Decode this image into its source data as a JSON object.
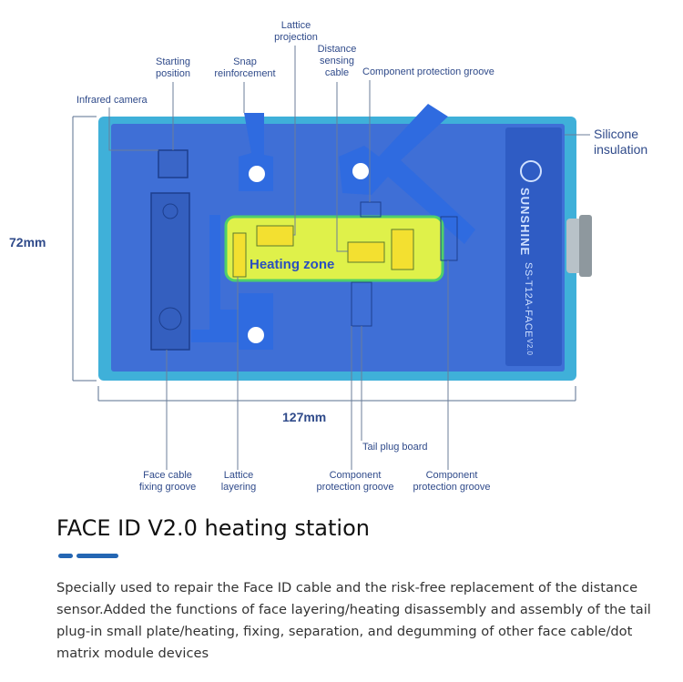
{
  "labels": {
    "infrared_camera": "Infrared camera",
    "starting_position": "Starting\nposition",
    "snap_reinforcement": "Snap\nreinforcement",
    "lattice_projection": "Lattice\nprojection",
    "distance_sensing_cable": "Distance\nsensing\ncable",
    "component_protection_groove_top": "Component protection groove",
    "silicone_insulation": "Silicone\ninsulation",
    "face_cable_fixing_groove": "Face cable\nfixing groove",
    "lattice_layering": "Lattice\nlayering",
    "component_protection_groove_1": "Component\nprotection groove",
    "tail_plug_board": "Tail plug board",
    "component_protection_groove_2": "Component\nprotection groove",
    "heating_zone": "Heating zone"
  },
  "dimensions": {
    "height": "72mm",
    "width": "127mm"
  },
  "device": {
    "brand": "SUNSHINE",
    "model": "SS-T12A-FACE",
    "version": "V2.0"
  },
  "heading": "FACE ID V2.0 heating station",
  "description": "Specially used to repair the Face ID cable and the risk-free replacement of the distance sensor.Added the functions of face layering/heating disassembly and assembly of the tail plug-in small plate/heating, fixing, separation, and degumming of other face cable/dot matrix module devices",
  "colors": {
    "frame": "#3fb0d9",
    "plate": "#3f6fd6",
    "heating_zone": "#dff14a",
    "accent": "#2466b3",
    "label_text": "#2f4a8a"
  }
}
